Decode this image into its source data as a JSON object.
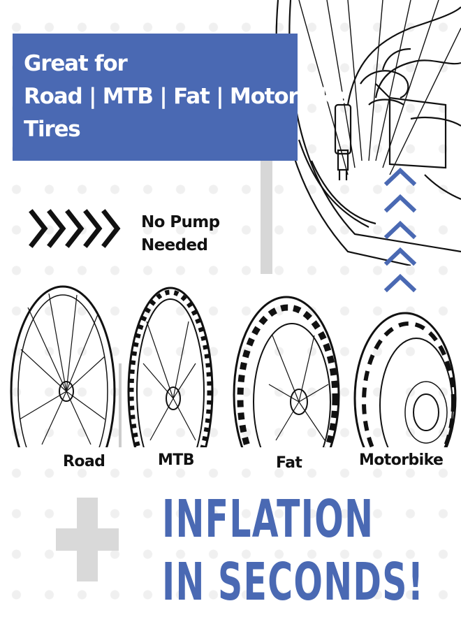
{
  "banner": {
    "line1": "Great for",
    "line2": "Road | MTB | Fat | Motorbike",
    "line3": "Tires",
    "color": "#4a69b3"
  },
  "no_pump": {
    "line1": "No Pump",
    "line2": "Needed",
    "icon": "chevrons-right-icon"
  },
  "tires": [
    {
      "label": "Road",
      "icon": "road-tire-icon"
    },
    {
      "label": "MTB",
      "icon": "mtb-tire-icon"
    },
    {
      "label": "Fat",
      "icon": "fat-tire-icon"
    },
    {
      "label": "Motorbike",
      "icon": "motorbike-tire-icon"
    }
  ],
  "headline": {
    "line1": "INFLATION",
    "line2": "IN SECONDS!",
    "color": "#4a69b3"
  },
  "accent_icon": "plus-icon"
}
